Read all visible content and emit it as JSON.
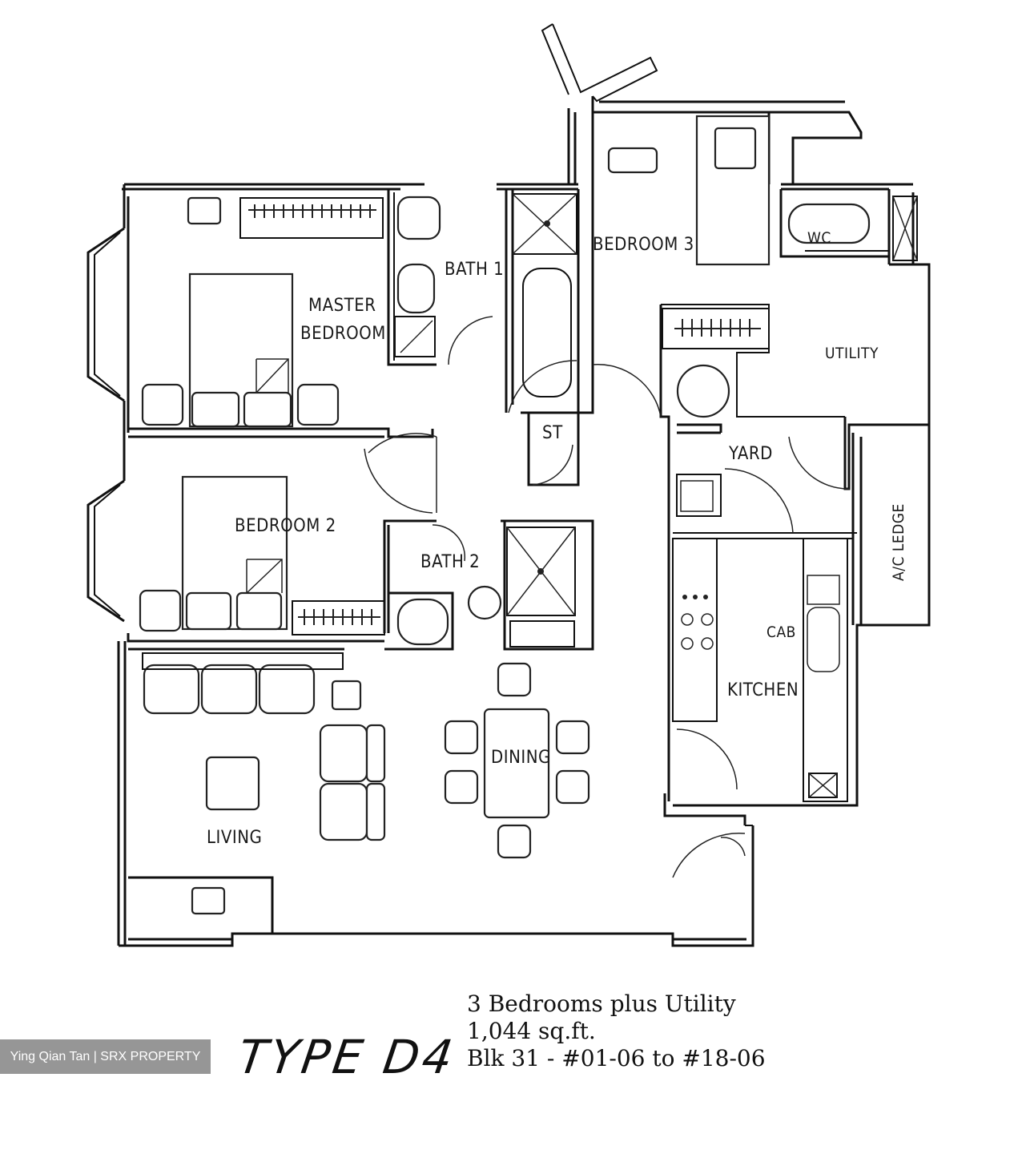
{
  "rooms": {
    "master_bedroom": [
      "MASTER",
      "BEDROOM"
    ],
    "bath1": "BATH 1",
    "bedroom3": "BEDROOM 3",
    "wc": "WC",
    "utility": "UTILITY",
    "st": "ST",
    "yard": "YARD",
    "ac_ledge": "A/C LEDGE",
    "bedroom2": "BEDROOM 2",
    "bath2": "BATH 2",
    "cab": "CAB",
    "kitchen": "KITCHEN",
    "dining": "DINING",
    "living": "LIVING"
  },
  "plan_type": "TYPE D4",
  "caption": {
    "line1": "3 Bedrooms plus Utility",
    "line2": "1,044 sq.ft.",
    "line3": "Blk 31 - #01-06 to #18-06"
  },
  "watermark": "Ying Qian Tan | SRX PROPERTY"
}
